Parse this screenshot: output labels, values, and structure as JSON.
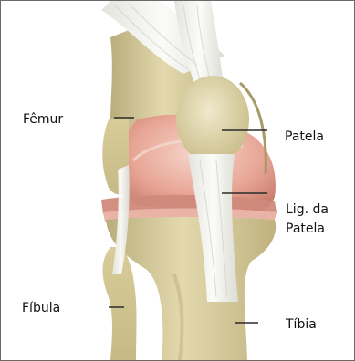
{
  "labels": {
    "femur": "Fêmur",
    "patela": "Patela",
    "ligamento_line1": "Lig. da",
    "ligamento_line2": "Patela",
    "fibula": "Fíbula",
    "tibia": "Tíbia"
  },
  "colors": {
    "bone": "#d9cfa0",
    "cartilage": "#e8a49a",
    "ligament": "#f1f1ee",
    "leader_line": "#2b2b2b"
  }
}
